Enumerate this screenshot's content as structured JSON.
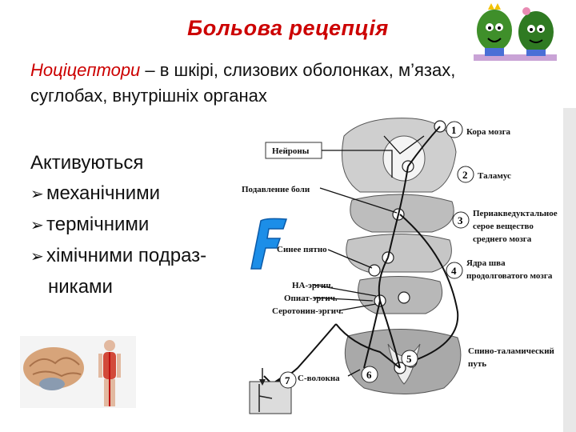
{
  "slide": {
    "title": "Больова  рецепція",
    "intro_term": "Ноціцептори",
    "intro_rest": " – в шкірі, слизових оболонках, м’язах, суглобах, внутрішніх органах",
    "activated_heading": "Активуються",
    "bullets": [
      "механічними",
      "термічними",
      "хімічними подраз-"
    ],
    "bullet_continuation": "никами"
  },
  "diagram": {
    "labels": {
      "neurons": "Нейроны",
      "pain_suppression": "Подавление боли",
      "blue_spot": "Синее пятно",
      "na_ergic": "НА-эргич.",
      "opiate_ergic": "Опиат-эргич.",
      "serotonin_ergic": "Серотонин-эргич.",
      "c_fibers": "С-волокна"
    },
    "numbered": [
      {
        "num": "1",
        "lines": [
          "Кора мозга"
        ]
      },
      {
        "num": "2",
        "lines": [
          "Таламус"
        ]
      },
      {
        "num": "3",
        "lines": [
          "Периакведуктальное",
          "серое вещество",
          "среднего мозга"
        ]
      },
      {
        "num": "4",
        "lines": [
          "Ядра шва",
          "продолговатого мозга"
        ]
      },
      {
        "num": "5",
        "lines": [
          "Спино-таламический",
          "путь"
        ]
      },
      {
        "num": "6",
        "lines": []
      },
      {
        "num": "7",
        "lines": []
      }
    ]
  }
}
